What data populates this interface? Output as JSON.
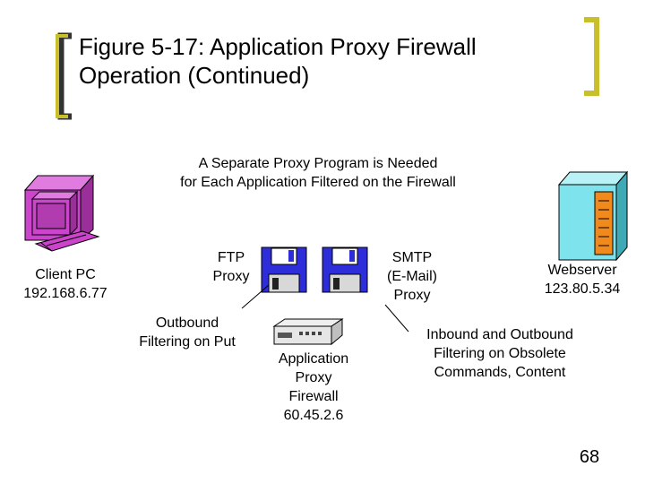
{
  "slide": {
    "title_lines": [
      "Figure 5-17: Application Proxy Firewall",
      "Operation (Continued)"
    ],
    "subtitle_lines": [
      "A Separate Proxy Program is Needed",
      "for Each Application Filtered on the Firewall"
    ],
    "page_number": "68"
  },
  "colors": {
    "bracket": "#c9bf2a",
    "pc_magenta": "#cc44cc",
    "floppy_blue": "#2d2dd9",
    "server_cyan": "#7fe3ee",
    "server_orange": "#f08a1c"
  },
  "nodes": {
    "client": {
      "name": "Client PC",
      "ip": "192.168.6.77",
      "icon": "desktop-computer-icon"
    },
    "ftp": {
      "lines": [
        "FTP",
        "Proxy"
      ],
      "icon": "floppy-disk-icon"
    },
    "smtp": {
      "lines": [
        "SMTP",
        "(E-Mail)",
        "Proxy"
      ],
      "icon": "floppy-disk-icon"
    },
    "firewall": {
      "lines": [
        "Application",
        "Proxy",
        "Firewall",
        "60.45.2.6"
      ],
      "icon": "firewall-appliance-icon"
    },
    "webserver": {
      "name": "Webserver",
      "ip": "123.80.5.34",
      "icon": "server-tower-icon"
    }
  },
  "annotations": {
    "outbound": [
      "Outbound",
      "Filtering on Put"
    ],
    "inbound": [
      "Inbound and Outbound",
      "Filtering on Obsolete",
      "Commands, Content"
    ]
  }
}
